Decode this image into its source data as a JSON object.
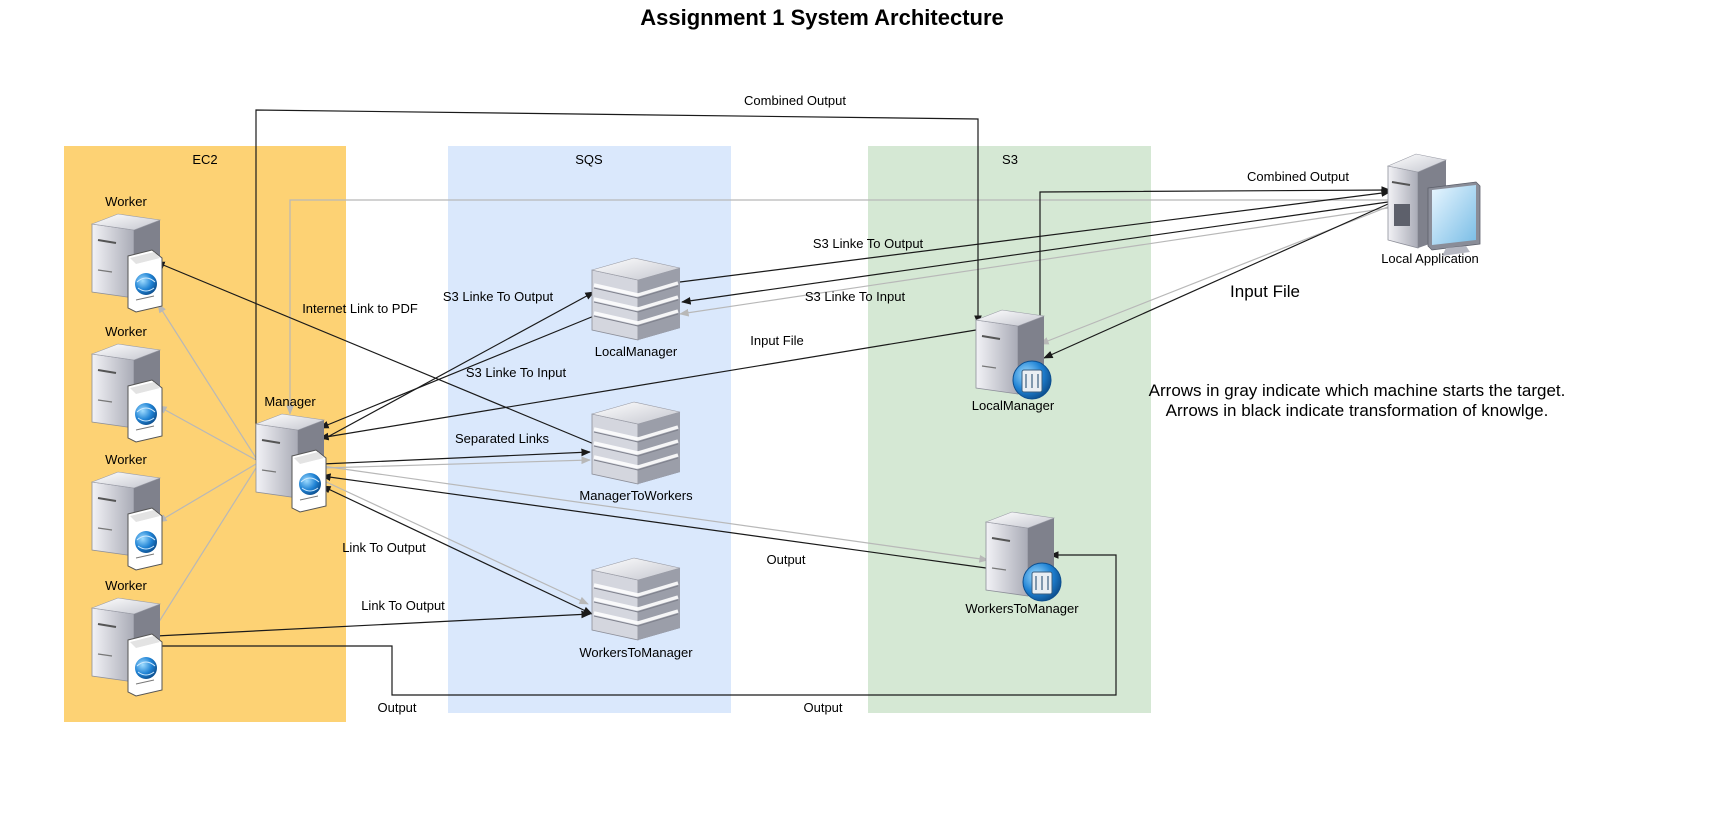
{
  "title": "Assignment 1 System Architecture",
  "regions": {
    "ec2": {
      "label": "EC2",
      "color": "#FDD274"
    },
    "sqs": {
      "label": "SQS",
      "color": "#DAE8FC"
    },
    "s3": {
      "label": "S3",
      "color": "#D5E8D4"
    }
  },
  "nodes": {
    "worker1": "Worker",
    "worker2": "Worker",
    "worker3": "Worker",
    "worker4": "Worker",
    "manager": "Manager",
    "sqs_local_manager": "LocalManager",
    "sqs_manager_to_workers": "ManagerToWorkers",
    "sqs_workers_to_manager": "WorkersToManager",
    "s3_local_manager": "LocalManager",
    "s3_workers_to_manager": "WorkersToManager",
    "local_application": "Local Application"
  },
  "edge_labels": {
    "combined_output_top": "Combined Output",
    "combined_output_right": "Combined Output",
    "s3_link_to_output_right": "S3 Linke To Output",
    "s3_link_to_input_right": "S3 Linke To Input",
    "input_file_large": "Input File",
    "internet_link_pdf": "Internet Link to PDF",
    "s3_link_to_output_left": "S3 Linke To Output",
    "s3_link_to_input_left": "S3 Linke To Input",
    "input_file": "Input File",
    "separated_links": "Separated Links",
    "link_to_output_1": "Link To Output",
    "link_to_output_2": "Link To Output",
    "output_mid": "Output",
    "output_bottom_left": "Output",
    "output_bottom_right": "Output"
  },
  "legend": {
    "line1": "Arrows in gray indicate which machine starts the target.",
    "line2": "Arrows in black indicate transformation of knowlge."
  },
  "icons": {
    "worker": "server-globe-icon",
    "manager": "server-globe-icon",
    "queue": "queue-stack-icon",
    "s3_bucket": "server-storage-icon",
    "local_application": "desktop-computer-icon"
  },
  "colors": {
    "black_arrow": "#1a1a1a",
    "gray_arrow": "#b8b8b8"
  }
}
